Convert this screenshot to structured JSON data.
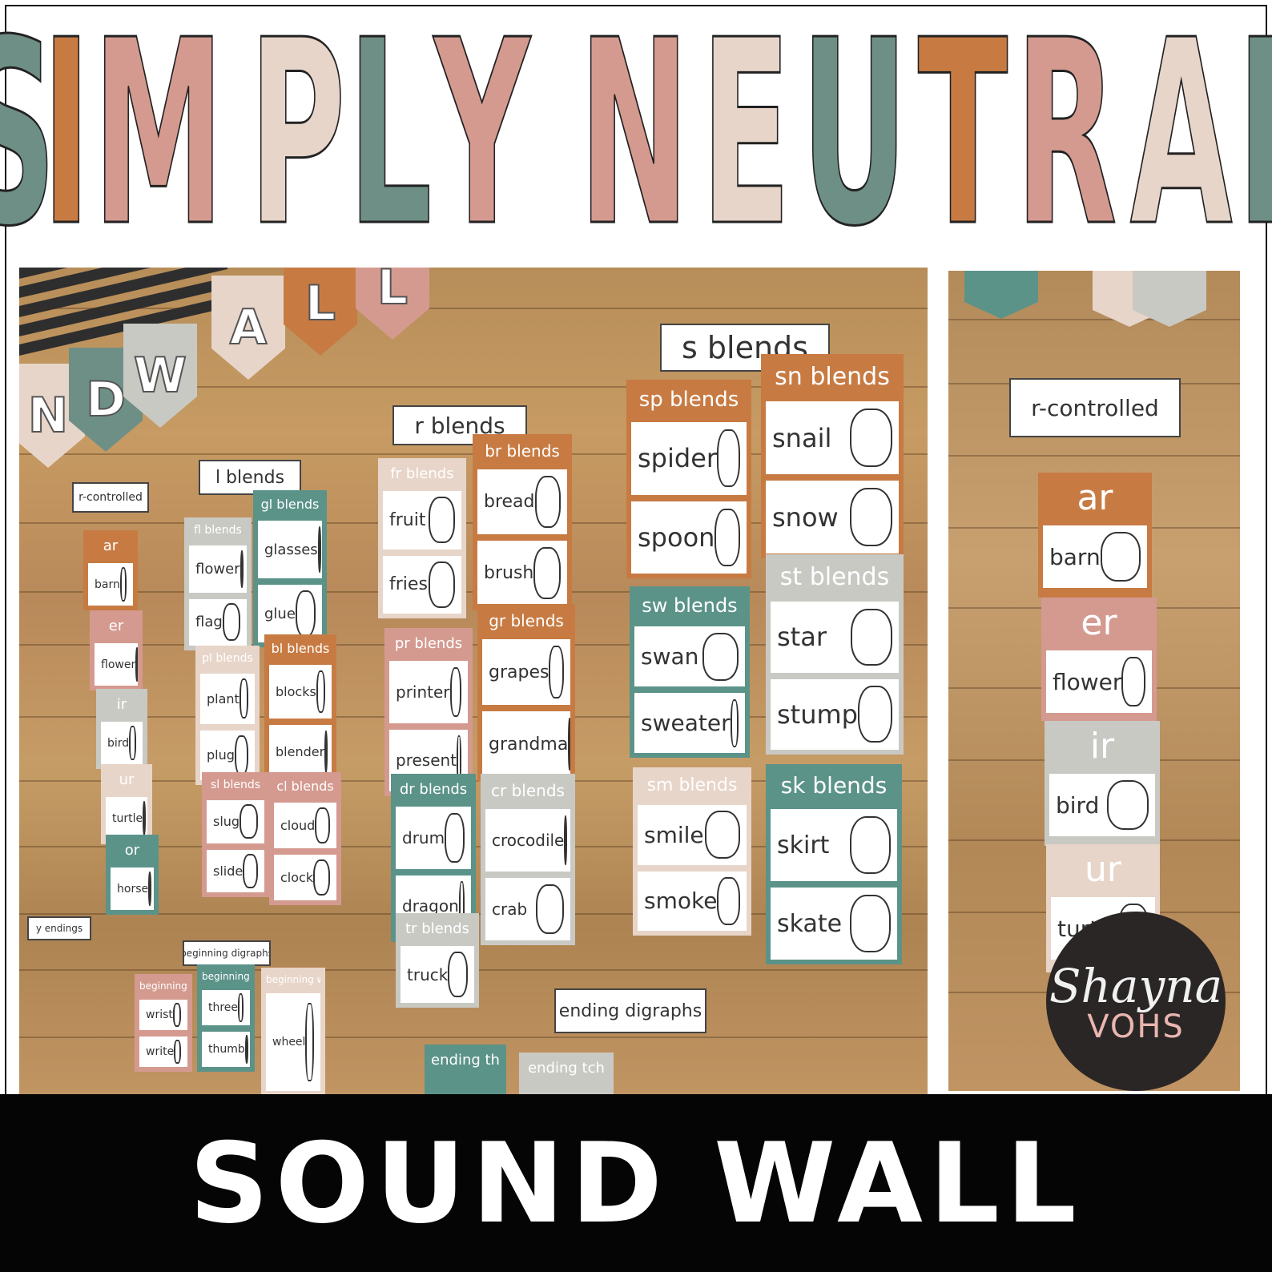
{
  "title": {
    "word1": [
      "S",
      "I",
      "M",
      "P",
      "L",
      "Y"
    ],
    "word2": [
      "N",
      "E",
      "U",
      "T",
      "R",
      "A",
      "L"
    ],
    "colors1": [
      "#6e8f86",
      "#c77b43",
      "#d49a90",
      "#e8d5c9",
      "#6e8f86",
      "#d49a90"
    ],
    "colors2": [
      "#d49a90",
      "#e8d5c9",
      "#6e8f86",
      "#c77b43",
      "#d49a90",
      "#e8d5c9",
      "#6e8f86"
    ]
  },
  "colors": {
    "sage": "#6e8f86",
    "rust": "#c77b43",
    "blush": "#d49a90",
    "cream": "#e8d5c9",
    "gray": "#c9c9c4",
    "teal": "#5b9389",
    "black": "#050505"
  },
  "banner": {
    "letters": [
      "N",
      "D",
      "W",
      "A",
      "L",
      "L"
    ]
  },
  "wall": {
    "headers": {
      "s_blends": "s blends",
      "r_blends": "r blends",
      "l_blends": "l blends",
      "r_controlled": "r-controlled",
      "y_endings": "y endings",
      "beginning_digraphs": "beginning digraphs",
      "ending_digraphs": "ending digraphs"
    },
    "cards": [
      {
        "key": "sp",
        "title": "sp blends",
        "words": [
          "spider",
          "spoon"
        ],
        "color": "rust"
      },
      {
        "key": "sn",
        "title": "sn blends",
        "words": [
          "snail",
          "snow"
        ],
        "color": "rust"
      },
      {
        "key": "sw",
        "title": "sw blends",
        "words": [
          "swan",
          "sweater"
        ],
        "color": "teal"
      },
      {
        "key": "st",
        "title": "st blends",
        "words": [
          "star",
          "stump"
        ],
        "color": "gray"
      },
      {
        "key": "sm",
        "title": "sm blends",
        "words": [
          "smile",
          "smoke"
        ],
        "color": "cream"
      },
      {
        "key": "sk",
        "title": "sk blends",
        "words": [
          "skirt",
          "skate"
        ],
        "color": "teal"
      },
      {
        "key": "fr",
        "title": "fr blends",
        "words": [
          "fruit",
          "fries"
        ],
        "color": "cream"
      },
      {
        "key": "br",
        "title": "br blends",
        "words": [
          "bread",
          "brush"
        ],
        "color": "rust"
      },
      {
        "key": "pr",
        "title": "pr blends",
        "words": [
          "printer",
          "present"
        ],
        "color": "blush"
      },
      {
        "key": "gr",
        "title": "gr blends",
        "words": [
          "grapes",
          "grandma"
        ],
        "color": "rust"
      },
      {
        "key": "dr",
        "title": "dr blends",
        "words": [
          "drum",
          "dragon"
        ],
        "color": "teal"
      },
      {
        "key": "cr",
        "title": "cr blends",
        "words": [
          "crocodile",
          "crab"
        ],
        "color": "gray"
      },
      {
        "key": "tr",
        "title": "tr blends",
        "words": [
          "truck"
        ],
        "color": "gray"
      },
      {
        "key": "fl",
        "title": "fl blends",
        "words": [
          "flower",
          "flag"
        ],
        "color": "gray"
      },
      {
        "key": "gl",
        "title": "gl blends",
        "words": [
          "glasses",
          "glue"
        ],
        "color": "teal"
      },
      {
        "key": "pl",
        "title": "pl blends",
        "words": [
          "plant",
          "plug"
        ],
        "color": "cream"
      },
      {
        "key": "bl",
        "title": "bl blends",
        "words": [
          "blocks",
          "blender"
        ],
        "color": "rust"
      },
      {
        "key": "sl",
        "title": "sl blends",
        "words": [
          "slug",
          "slide"
        ],
        "color": "blush"
      },
      {
        "key": "cl",
        "title": "cl blends",
        "words": [
          "cloud",
          "clock"
        ],
        "color": "blush"
      },
      {
        "key": "ar",
        "title": "ar",
        "words": [
          "barn"
        ],
        "color": "rust"
      },
      {
        "key": "er",
        "title": "er",
        "words": [
          "flower"
        ],
        "color": "blush"
      },
      {
        "key": "ir",
        "title": "ir",
        "words": [
          "bird"
        ],
        "color": "gray"
      },
      {
        "key": "ur",
        "title": "ur",
        "words": [
          "turtle"
        ],
        "color": "cream"
      },
      {
        "key": "or",
        "title": "or",
        "words": [
          "horse"
        ],
        "color": "teal"
      },
      {
        "key": "bwr",
        "title": "beginning wr",
        "words": [
          "wrist",
          "write"
        ],
        "color": "blush"
      },
      {
        "key": "bth",
        "title": "beginning th",
        "words": [
          "three",
          "thumb"
        ],
        "color": "teal"
      },
      {
        "key": "bwh",
        "title": "beginning wh",
        "words": [
          "wheel"
        ],
        "color": "cream"
      },
      {
        "key": "eth",
        "title": "ending th",
        "words": [],
        "color": "teal"
      },
      {
        "key": "etch",
        "title": "ending tch",
        "words": [],
        "color": "gray"
      }
    ]
  },
  "side": {
    "header": "r-controlled",
    "cards": [
      {
        "title": "ar",
        "word": "barn",
        "color": "rust"
      },
      {
        "title": "er",
        "word": "flower",
        "color": "blush"
      },
      {
        "title": "ir",
        "word": "bird",
        "color": "gray"
      },
      {
        "title": "ur",
        "word": "turtle",
        "color": "cream"
      }
    ]
  },
  "logo": {
    "line1": "Shayna",
    "line2": "VOHS"
  },
  "footer": {
    "text": "SOUND WALL"
  }
}
